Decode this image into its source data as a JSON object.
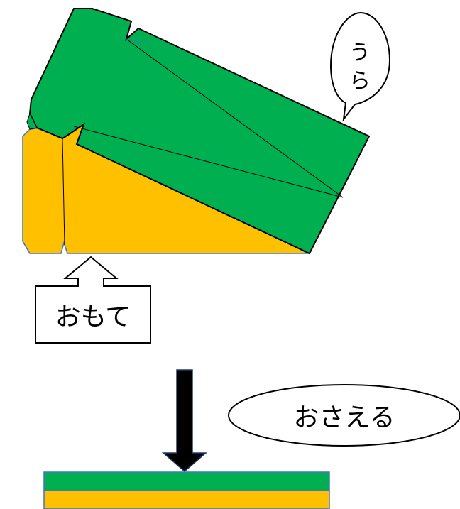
{
  "labels": {
    "ura": "うら",
    "omote": "おもて",
    "osaeru": "おさえる"
  },
  "colors": {
    "green": "#00b050",
    "orange": "#ffc000",
    "outline": "#000000",
    "band_outline": "#4472c4",
    "arrow_fill": "#000000",
    "background": "#ffffff"
  }
}
